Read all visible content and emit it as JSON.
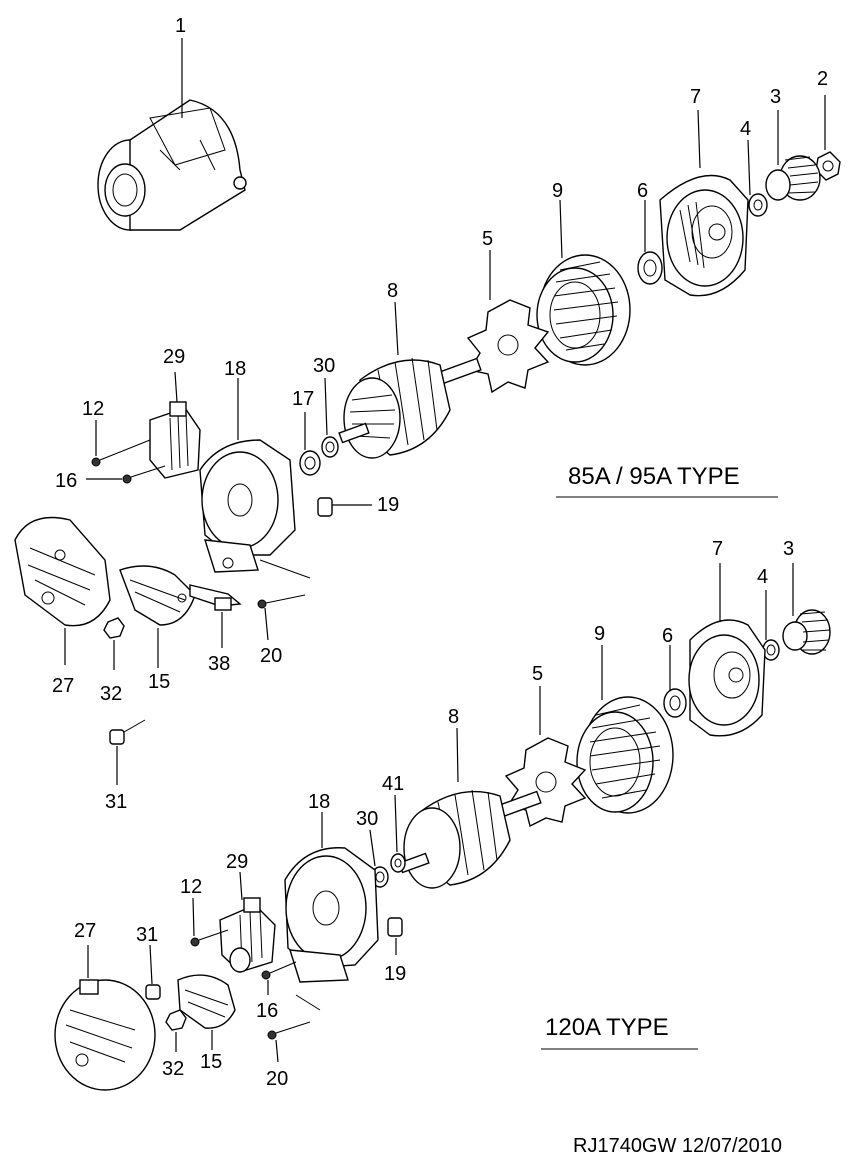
{
  "section_upper": {
    "type_label": "85A / 95A TYPE"
  },
  "section_lower": {
    "type_label": "120A TYPE"
  },
  "footer": {
    "ref_date": "RJ1740GW  12/07/2010"
  },
  "callouts": {
    "upper": {
      "c1": "1",
      "c2": "2",
      "c3": "3",
      "c4": "4",
      "c5": "5",
      "c6": "6",
      "c7": "7",
      "c8": "8",
      "c9": "9",
      "c12": "12",
      "c15": "15",
      "c16": "16",
      "c17": "17",
      "c18": "18",
      "c19": "19",
      "c20": "20",
      "c27": "27",
      "c29": "29",
      "c30": "30",
      "c31": "31",
      "c32": "32",
      "c38": "38"
    },
    "lower": {
      "c3": "3",
      "c4": "4",
      "c5": "5",
      "c6": "6",
      "c7": "7",
      "c8": "8",
      "c9": "9",
      "c12": "12",
      "c15": "15",
      "c16": "16",
      "c18": "18",
      "c19": "19",
      "c20": "20",
      "c27": "27",
      "c29": "29",
      "c30": "30",
      "c31": "31",
      "c32": "32",
      "c41": "41"
    }
  },
  "colors": {
    "ink": "#000000",
    "paper": "#ffffff"
  }
}
